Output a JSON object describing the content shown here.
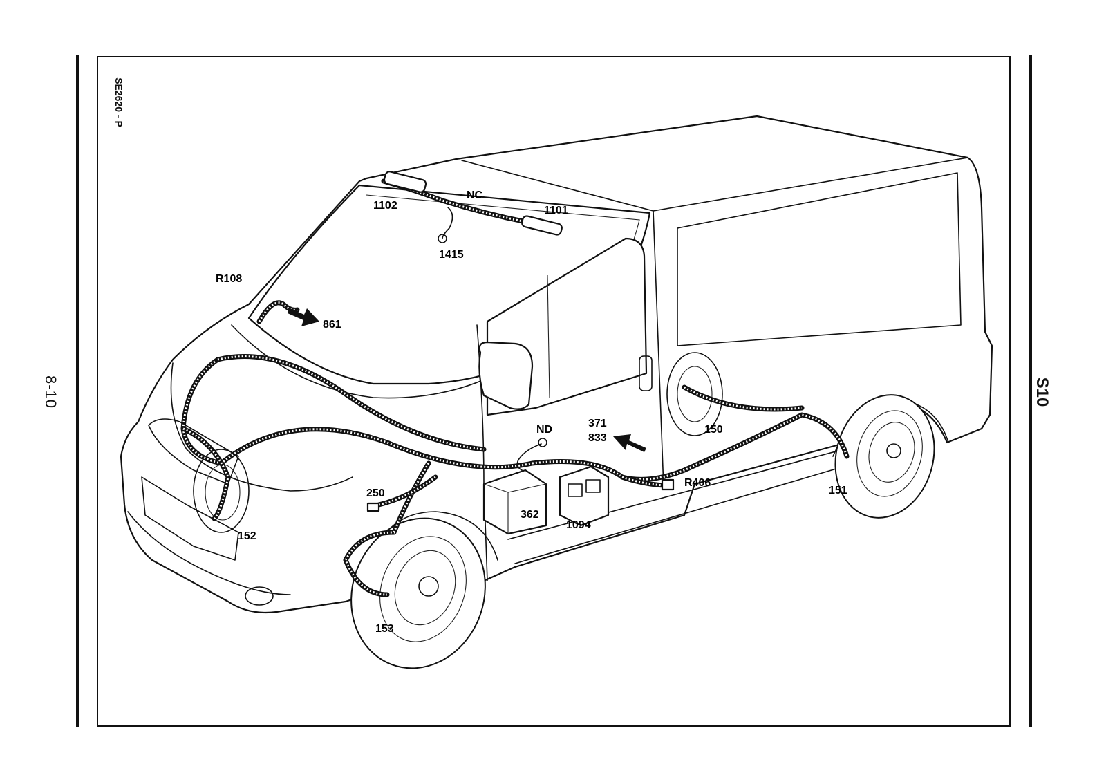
{
  "page": {
    "page_number": "8-10",
    "section_code": "S10",
    "reference_code": "SE2620 - P"
  },
  "labels": {
    "l1102": "1102",
    "lNC": "NC",
    "l1101": "1101",
    "l1415": "1415",
    "lR108": "R108",
    "l861": "861",
    "lND": "ND",
    "l371": "371",
    "l833": "833",
    "l150": "150",
    "lR406": "R406",
    "l151": "151",
    "l250": "250",
    "l362": "362",
    "l1094": "1094",
    "l152": "152",
    "l153": "153"
  }
}
